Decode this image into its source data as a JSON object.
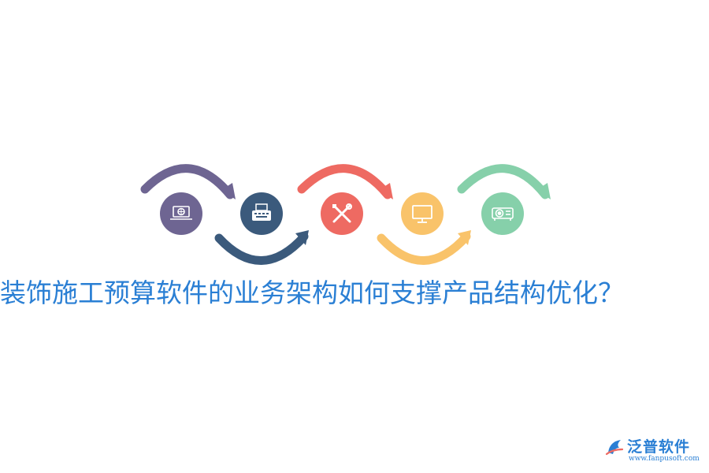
{
  "title": "装饰施工预算软件的业务架构如何支撑产品结构优化？",
  "colors": {
    "purple": "#6e6592",
    "navy": "#3b5a7c",
    "coral": "#ee6a62",
    "yellow": "#f9c36a",
    "teal": "#86d0aa",
    "title": "#2a7fd4"
  },
  "flow_steps": [
    {
      "icon": "laptop-globe-icon",
      "color": "#6e6592"
    },
    {
      "icon": "typewriter-icon",
      "color": "#3b5a7c"
    },
    {
      "icon": "tools-icon",
      "color": "#ee6a62"
    },
    {
      "icon": "monitor-icon",
      "color": "#f9c36a"
    },
    {
      "icon": "projector-icon",
      "color": "#86d0aa"
    }
  ],
  "brand": {
    "name": "泛普软件",
    "url": "www.fanpusoft.com",
    "logo_icon": "fanpu-logo-icon"
  }
}
